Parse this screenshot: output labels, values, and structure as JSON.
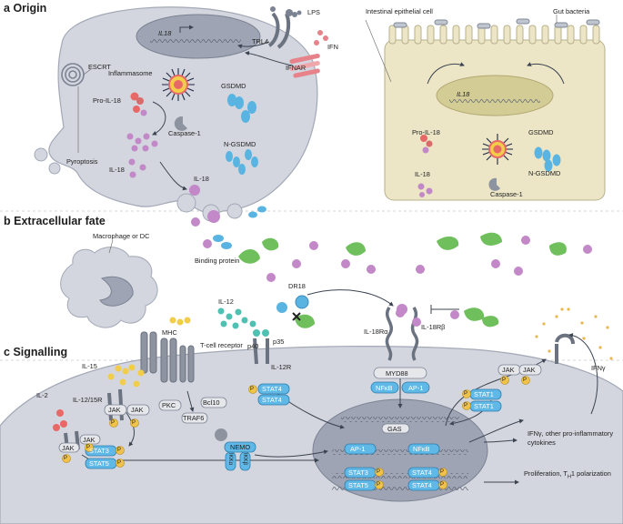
{
  "sections": {
    "a": "a",
    "a_title": "Origin",
    "b": "b",
    "b_title": "Extracellular fate",
    "c": "c",
    "c_title": "Signalling"
  },
  "origin_labels": {
    "il18_gene": "IL18",
    "lps": "LPS",
    "trl4": "TRL4",
    "ifn": "IFN",
    "ifnar": "IFNAR",
    "escrt": "ESCRT",
    "inflammasome": "Inflammasome",
    "gsdmd": "GSDMD",
    "pro_il18": "Pro-IL-18",
    "caspase1": "Caspase-1",
    "n_gsdmd": "N-GSDMD",
    "pyroptosis": "Pyroptosis",
    "il18_inside": "IL-18",
    "il18_release": "IL-18"
  },
  "epithelial_labels": {
    "cell": "Intestinal epithelial cell",
    "bacteria": "Gut bacteria",
    "il18_gene": "IL18",
    "pro_il18": "Pro-IL-18",
    "gsdmd": "GSDMD",
    "il18": "IL-18",
    "n_gsdmd": "N-GSDMD",
    "caspase1": "Caspase-1"
  },
  "fate_labels": {
    "macrophage": "Macrophage or DC",
    "binding_protein": "Binding protein",
    "dr18": "DR18"
  },
  "signalling_labels": {
    "il12": "IL-12",
    "p40": "p40",
    "p35": "p35",
    "il12r": "IL-12R",
    "mhc": "MHC",
    "tcr": "T-cell receptor",
    "il15": "IL-15",
    "il2": "IL-2",
    "il1215r": "IL-12/15R",
    "pkc": "PKC",
    "bcl10": "Bcl10",
    "traf6": "TRAF6",
    "nemo": "NEMO",
    "ikka": "IKKα",
    "ikkb": "IKKβ",
    "il18ra": "IL-18Rα",
    "il18rb": "IL-18Rβ",
    "myd88": "MYD88",
    "nfkb": "NFκB",
    "ap1": "AP-1",
    "gas": "GAS",
    "ifng": "IFNγ",
    "jak": "JAK",
    "p": "P",
    "stat1": "STAT1",
    "stat3": "STAT3",
    "stat4": "STAT4",
    "stat5": "STAT5",
    "ifng_output": "IFNγ, other pro-inflammatory cytokines",
    "prolif_output": "Proliferation, T",
    "prolif_sub": "H",
    "prolif_tail": "1 polarization"
  },
  "colors": {
    "cell_grey": "#d3d6de",
    "cell_stroke": "#a2a8b6",
    "nucleus": "#9ea4b3",
    "epithelial": "#ece6c6",
    "epithelial_nucleus": "#d4cc95",
    "il18_purple": "#c288c8",
    "gsdmd_blue": "#5ab4e2",
    "binding_green": "#6fbf5c",
    "il15_yellow": "#f2cd4a",
    "il12_teal": "#4fc1b3",
    "stat_blue": "#60b8e6",
    "p_yellow": "#f0c24a",
    "ifn_red": "#e8828a"
  }
}
